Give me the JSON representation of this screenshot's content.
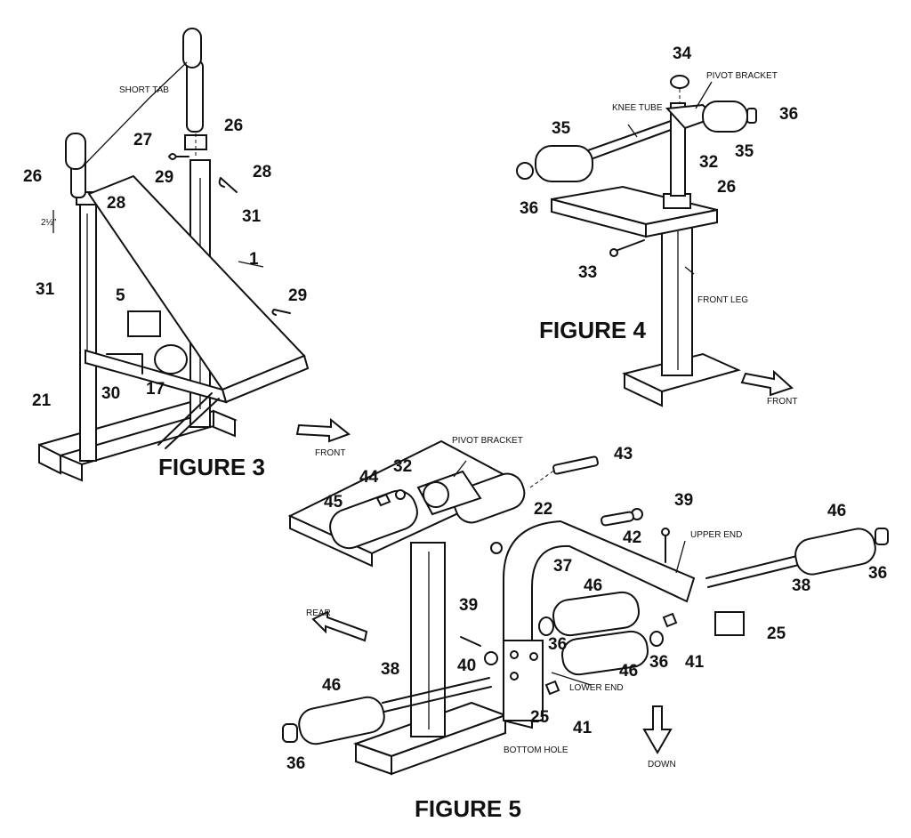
{
  "figures": [
    {
      "title": "FIGURE 3",
      "labels": {
        "short_tab": "SHORT TAB",
        "dimension": "2½\"",
        "front": "FRONT"
      },
      "callouts": [
        "26",
        "27",
        "26",
        "28",
        "29",
        "28",
        "31",
        "31",
        "1",
        "29",
        "5",
        "30",
        "17",
        "21"
      ]
    },
    {
      "title": "FIGURE 4",
      "labels": {
        "pivot_bracket": "PIVOT BRACKET",
        "knee_tube": "KNEE TUBE",
        "front_leg": "FRONT LEG",
        "front": "FRONT"
      },
      "callouts": [
        "34",
        "36",
        "35",
        "32",
        "35",
        "36",
        "26",
        "33"
      ]
    },
    {
      "title": "FIGURE 5",
      "labels": {
        "pivot_bracket": "PIVOT BRACKET",
        "upper_end": "UPPER END",
        "rear": "REAR",
        "lower_end": "LOWER END",
        "bottom_hole": "BOTTOM HOLE",
        "down": "DOWN"
      },
      "callouts": [
        "43",
        "32",
        "44",
        "45",
        "22",
        "39",
        "46",
        "42",
        "36",
        "37",
        "46",
        "25",
        "38",
        "36",
        "41",
        "36",
        "46",
        "39",
        "40",
        "46",
        "38",
        "41",
        "25",
        "36"
      ]
    }
  ]
}
